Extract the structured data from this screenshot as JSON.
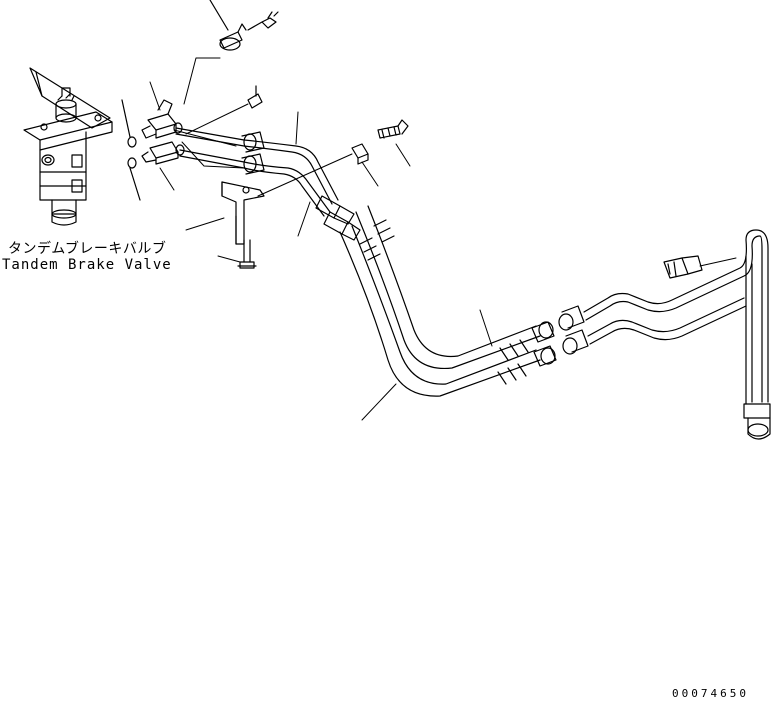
{
  "labels": {
    "part_name_jp": "タンデムブレーキバルブ",
    "part_name_en": "Tandem Brake Valve",
    "drawing_number": "00074650"
  },
  "colors": {
    "line": "#000000",
    "background": "#ffffff"
  }
}
